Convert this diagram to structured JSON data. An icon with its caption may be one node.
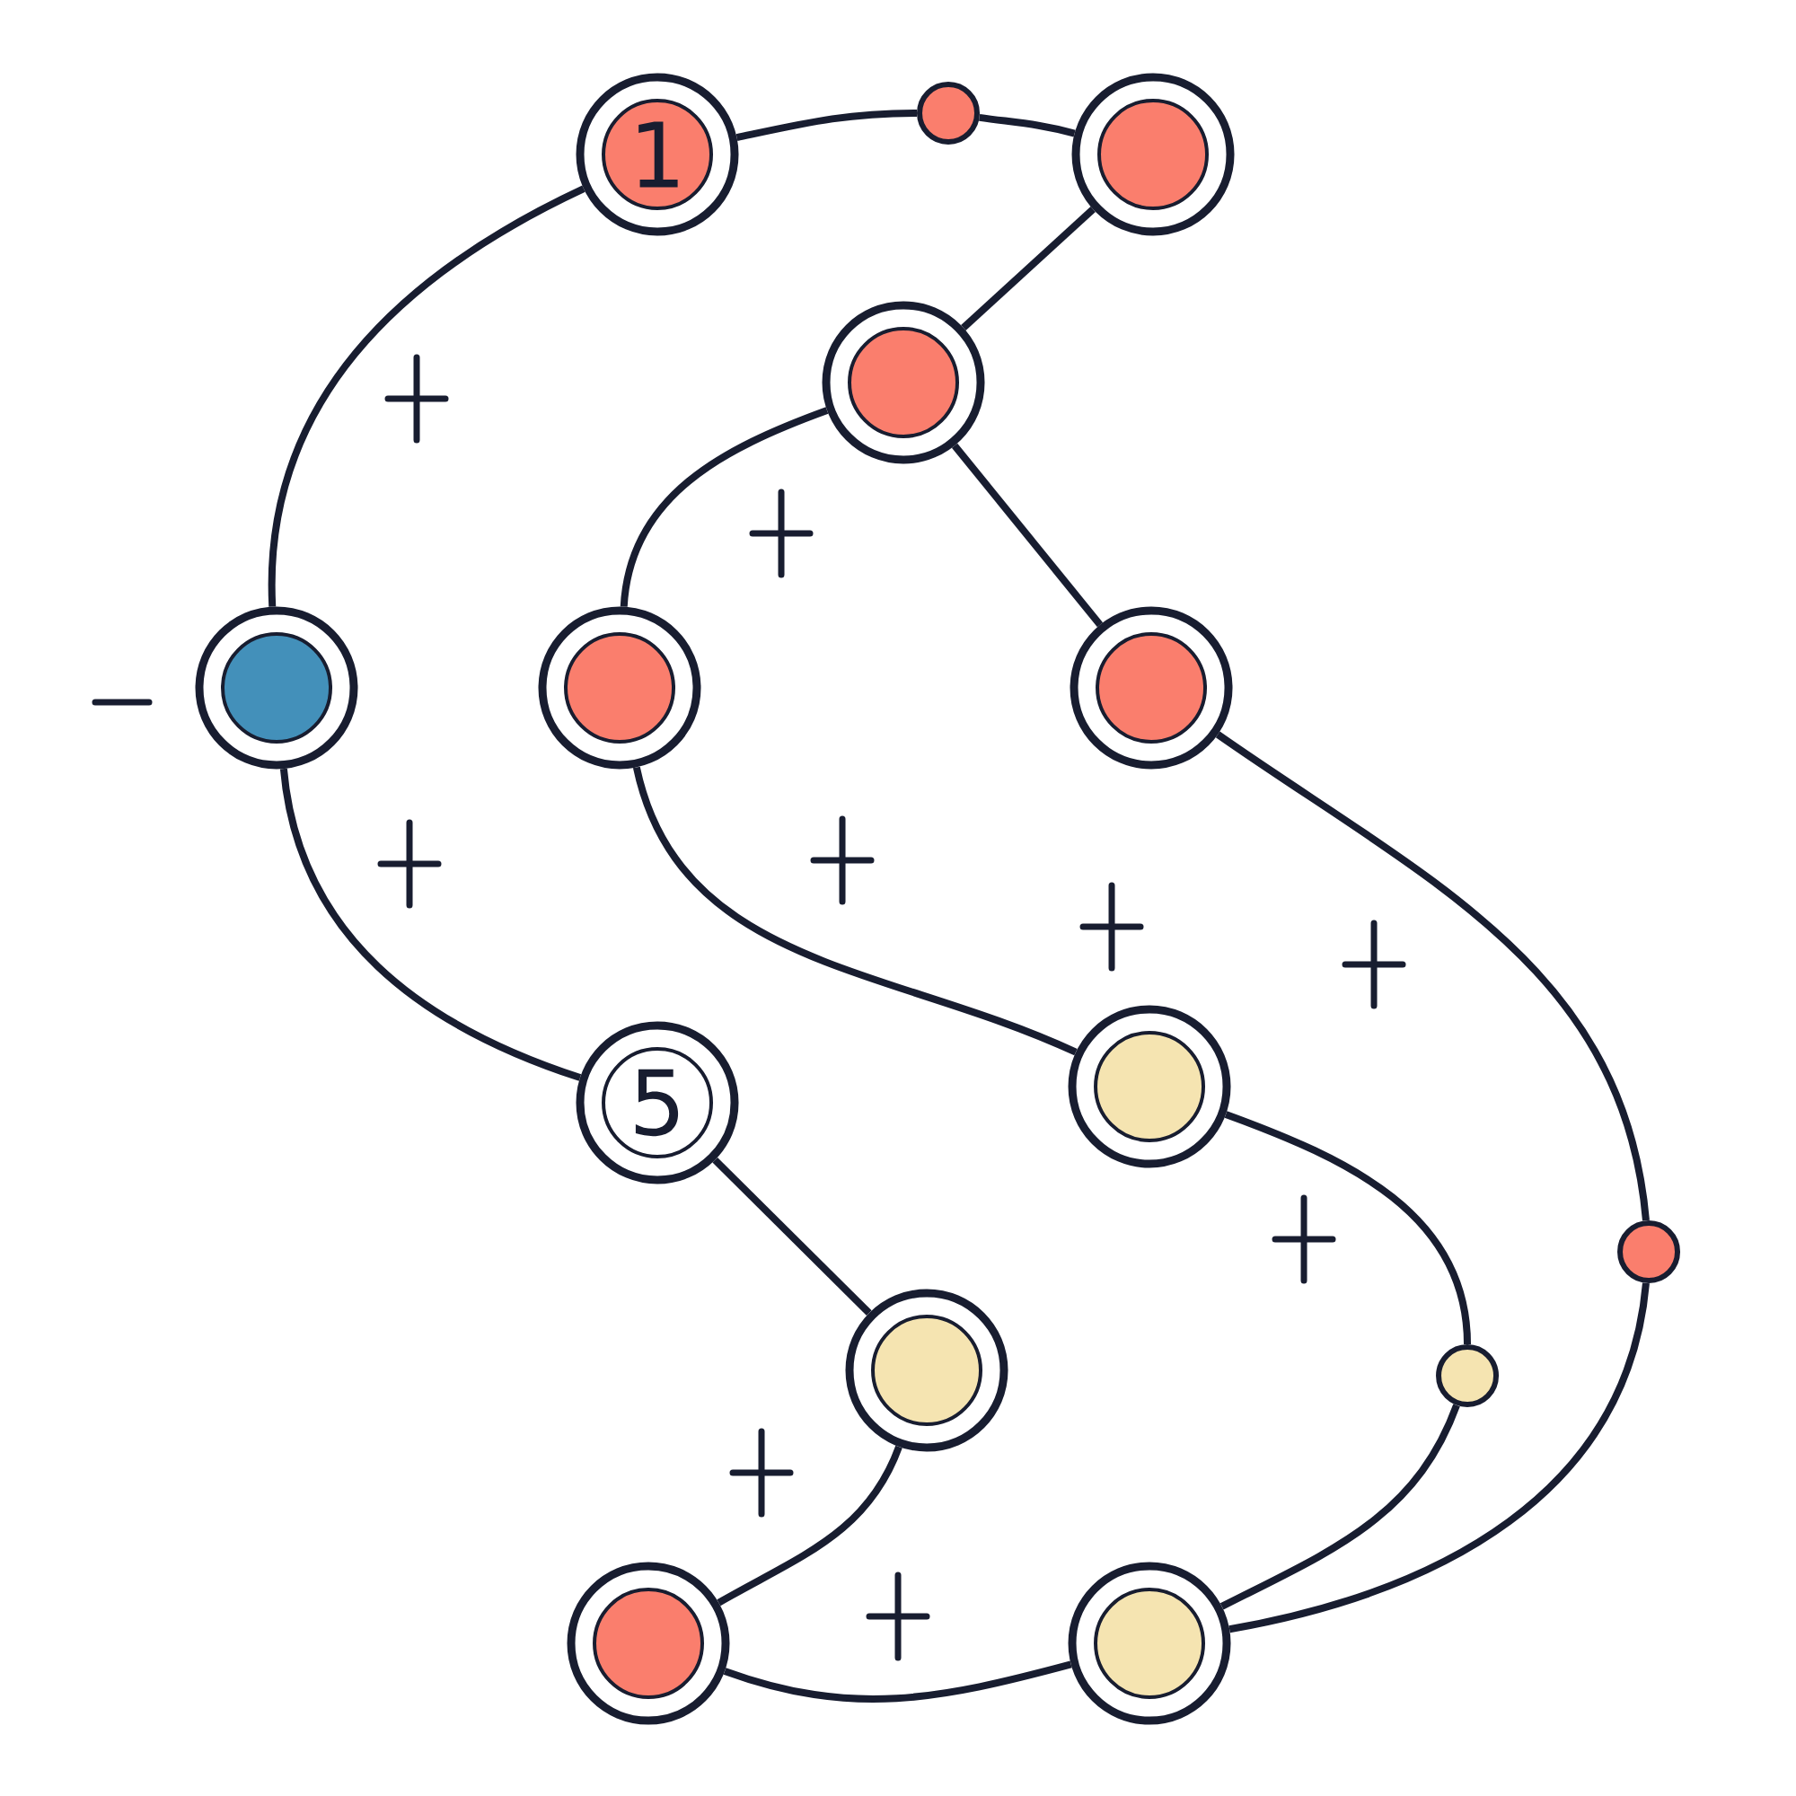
{
  "diagram": {
    "nodes": [
      {
        "text": [
          "1"
        ]
      },
      {
        "text": [],
        "shape": "circle"
      },
      {
        "text": [],
        "shape": "circle"
      },
      {
        "text": [],
        "shape": "circle"
      },
      {
        "text": [],
        "shape": "circle"
      },
      {
        "text": [],
        "shape": "circle"
      },
      {
        "text": [],
        "shape": "circle"
      },
      {
        "text": [],
        "shape": "circle"
      },
      {
        "text": [
          "5"
        ]
      },
      {
        "text": [],
        "shape": "circle"
      },
      {
        "text": [],
        "shape": "circle"
      },
      {
        "text": [],
        "shape": "circle"
      },
      {
        "text": [],
        "shape": "circle"
      },
      {
        "text": [],
        "shape": "circle"
      }
    ],
    "edges": [
      {
        "from": 0,
        "to": 1,
        "arrow": "none"
      },
      {
        "from": 1,
        "to": 2,
        "arrow": "none"
      },
      {
        "from": 2,
        "to": 3,
        "arrow": "none"
      },
      {
        "from": 3,
        "to": 6,
        "arrow": "none"
      },
      {
        "from": 3,
        "to": 5,
        "arrow": "none"
      },
      {
        "from": 0,
        "to": 4,
        "arrow": "none"
      },
      {
        "from": 4,
        "to": 8,
        "arrow": "none"
      },
      {
        "from": 8,
        "to": 10,
        "arrow": "none"
      },
      {
        "from": 10,
        "to": 12,
        "arrow": "none"
      },
      {
        "from": 12,
        "to": 13,
        "arrow": "none"
      },
      {
        "from": 5,
        "to": 7,
        "arrow": "none"
      },
      {
        "from": 7,
        "to": 11,
        "arrow": "none"
      },
      {
        "from": 11,
        "to": 13,
        "arrow": "none"
      },
      {
        "from": 6,
        "to": 9,
        "arrow": "none"
      },
      {
        "from": 9,
        "to": 13,
        "arrow": "none"
      }
    ]
  }
}
